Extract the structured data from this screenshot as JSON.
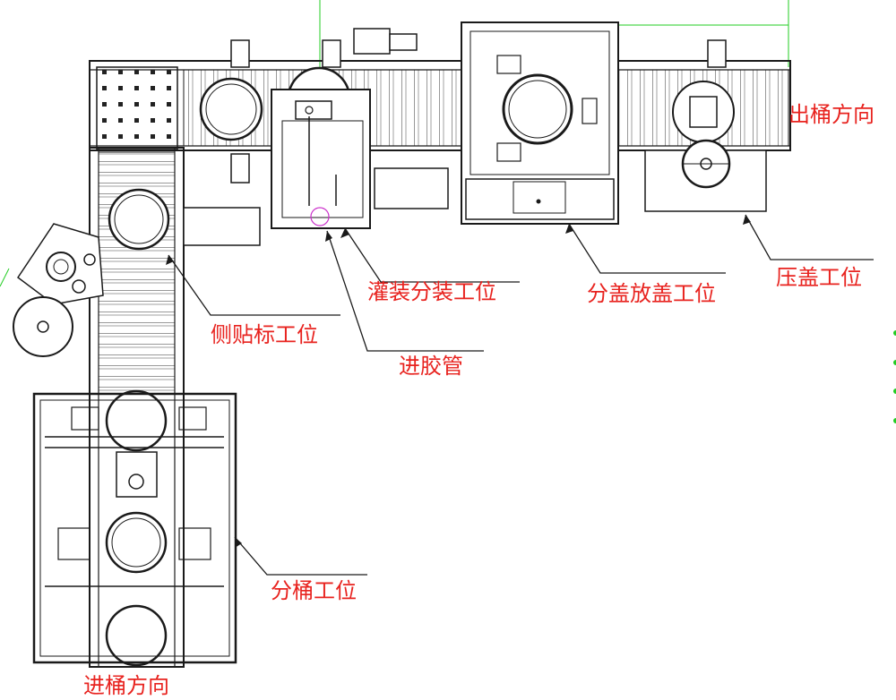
{
  "labels": {
    "out_direction": "出桶方向",
    "filling": "灌装分装工位",
    "cap_placing": "分盖放盖工位",
    "cap_pressing": "压盖工位",
    "side_label": "侧贴标工位",
    "glue_pipe": "进胶管",
    "bucket_split": "分桶工位",
    "in_direction": "进桶方向"
  },
  "colors": {
    "label_red": "#e8231f",
    "line_dark": "#1a1a1a",
    "guide_green": "#22cc22",
    "marker_magenta": "#cc33cc"
  }
}
